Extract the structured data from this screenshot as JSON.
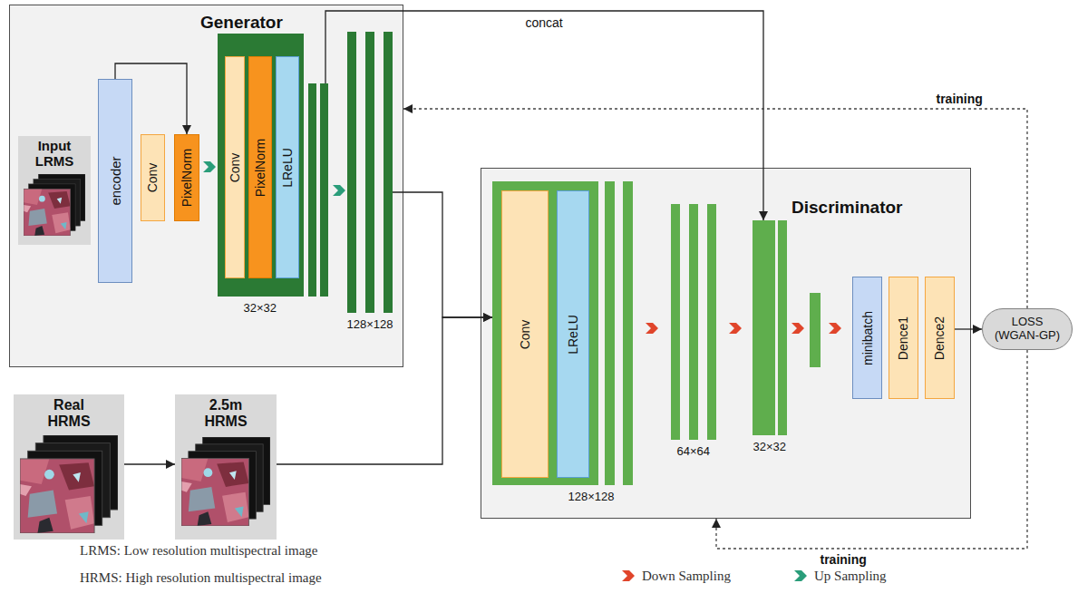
{
  "diagram": {
    "nodes": [
      {
        "text": [
          "Generator"
        ]
      },
      {
        "text": [
          "Input LRMS"
        ],
        "in": 0
      },
      {
        "text": [
          "encoder"
        ],
        "in": 0
      },
      {
        "text": [
          "Conv"
        ],
        "in": 0
      },
      {
        "text": [
          "PixelNorm"
        ],
        "in": 0
      },
      {
        "text": [
          "32×32"
        ],
        "in": 0
      },
      {
        "text": [
          "Conv"
        ],
        "in": 5
      },
      {
        "text": [
          "PixelNorm"
        ],
        "in": 5
      },
      {
        "text": [
          "LReLU"
        ],
        "in": 5
      },
      {
        "text": [
          "128×128"
        ],
        "in": 0
      },
      {
        "text": [
          "Discriminator"
        ]
      },
      {
        "text": [
          "128×128"
        ],
        "in": 10
      },
      {
        "text": [
          "Conv"
        ],
        "in": 11
      },
      {
        "text": [
          "LReLU"
        ],
        "in": 11
      },
      {
        "text": [
          "64×64"
        ],
        "in": 10
      },
      {
        "text": [
          "32×32"
        ],
        "in": 10
      },
      {
        "text": [
          "minibatch"
        ],
        "in": 10
      },
      {
        "text": [
          "Dence1"
        ],
        "in": 10
      },
      {
        "text": [
          "Dence2"
        ],
        "in": 10
      },
      {
        "text": [
          "LOSS (WGAN-GP)"
        ]
      },
      {
        "text": [
          "Real HRMS"
        ]
      },
      {
        "text": [
          "2.5m HRMS"
        ]
      }
    ],
    "edges": [
      {
        "from": 2,
        "to": 4,
        "arrow": "to"
      },
      {
        "from": 5,
        "to": 15,
        "label": "concat",
        "arrow": "to"
      },
      {
        "from": 9,
        "to": 11,
        "arrow": "to"
      },
      {
        "from": 21,
        "to": 11,
        "arrow": "to"
      },
      {
        "from": 20,
        "to": 21,
        "arrow": "to"
      },
      {
        "from": 18,
        "to": 19,
        "arrow": "to"
      },
      {
        "from": 19,
        "to": 0,
        "label": "training",
        "arrow": "to"
      },
      {
        "from": 19,
        "to": 10,
        "label": "training",
        "arrow": "to"
      }
    ],
    "labels": [
      "LRMS: Low resolution multispectral image",
      "HRMS: High resolution multispectral image"
    ],
    "legend": [
      {
        "text": "Down Sampling"
      },
      {
        "text": "Up Sampling"
      }
    ]
  }
}
